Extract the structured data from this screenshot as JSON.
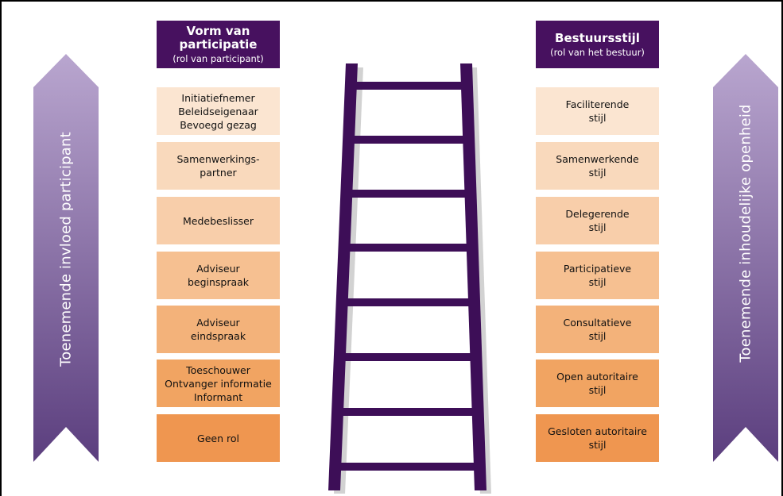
{
  "left_arrow": {
    "label": "Toenemende invloed participant"
  },
  "right_arrow": {
    "label": "Toenemende inhoudelijke openheid"
  },
  "left_header": {
    "title": "Vorm van\nparticipatie",
    "subtitle": "(rol van participant)"
  },
  "right_header": {
    "title": "Bestuursstijl",
    "subtitle": "(rol van het bestuur)"
  },
  "left_items": [
    {
      "label": "Initiatiefnemer\nBeleidseigenaar\nBevoegd gezag",
      "color": "#fbe5d1"
    },
    {
      "label": "Samenwerkings-\npartner",
      "color": "#f9d9bc"
    },
    {
      "label": "Medebeslisser",
      "color": "#f8ceaa"
    },
    {
      "label": "Adviseur\nbeginspraak",
      "color": "#f6c091"
    },
    {
      "label": "Adviseur\neindspraak",
      "color": "#f3b27a"
    },
    {
      "label": "Toeschouwer\nOntvanger informatie\nInformant",
      "color": "#f1a462"
    },
    {
      "label": "Geen rol",
      "color": "#ef9650"
    }
  ],
  "right_items": [
    {
      "label": "Faciliterende\nstijl",
      "color": "#fbe5d1"
    },
    {
      "label": "Samenwerkende\nstijl",
      "color": "#f9d9bc"
    },
    {
      "label": "Delegerende\nstijl",
      "color": "#f8ceaa"
    },
    {
      "label": "Participatieve\nstijl",
      "color": "#f6c091"
    },
    {
      "label": "Consultatieve\nstijl",
      "color": "#f3b27a"
    },
    {
      "label": "Open autoritaire\nstijl",
      "color": "#f1a462"
    },
    {
      "label": "Gesloten autoritaire\nstijl",
      "color": "#ef9650"
    }
  ],
  "colors": {
    "header": "#47115f",
    "ladder": "#3d0e57",
    "arrow_top": "#b9a6cf",
    "arrow_bottom": "#5b3e7e"
  }
}
